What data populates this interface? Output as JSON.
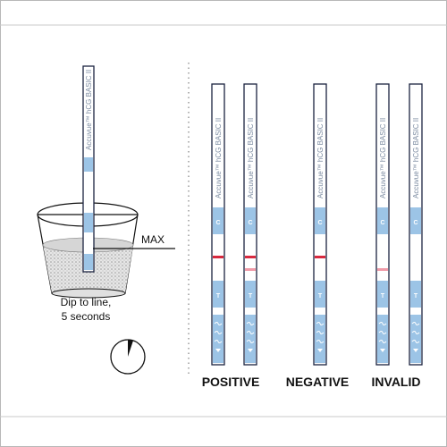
{
  "colors": {
    "frame": "#b8b8b8",
    "strip_blue": "#9cc4e6",
    "strip_outline": "#1b2340",
    "line_red": "#d8293f",
    "line_faint": "#f09aa8",
    "text": "#111111"
  },
  "icons": [
    "cup-icon",
    "timer-icon"
  ],
  "left_panel": {
    "instruction_line1": "Dip to line,",
    "instruction_line2": "5 seconds",
    "max_label": "MAX"
  },
  "strip": {
    "brand": "Accuvue™ hCG BASIC II",
    "control_letter": "C",
    "test_letter": "T"
  },
  "results": {
    "positive_label": "POSITIVE",
    "negative_label": "NEGATIVE",
    "invalid_label": "INVALID"
  },
  "strips": [
    {
      "group": "positive",
      "control_line": "strong",
      "test_line": "none"
    },
    {
      "group": "positive",
      "control_line": "strong",
      "test_line": "faint"
    },
    {
      "group": "negative",
      "control_line": "strong",
      "test_line": "none"
    },
    {
      "group": "invalid",
      "control_line": "none",
      "test_line": "faint"
    },
    {
      "group": "invalid",
      "control_line": "none",
      "test_line": "none"
    }
  ]
}
